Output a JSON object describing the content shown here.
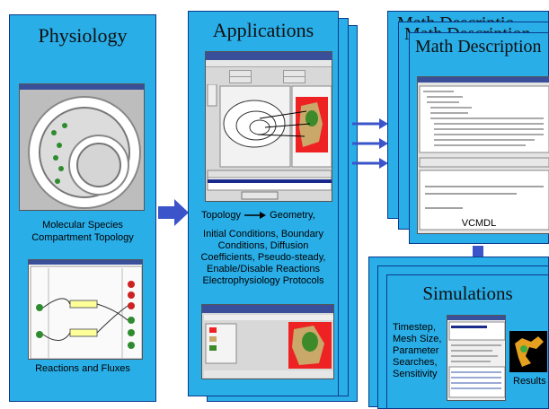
{
  "physiology": {
    "title": "Physiology",
    "caption1_line1": "Molecular Species",
    "caption1_line2": "Compartment Topology",
    "caption2": "Reactions and Fluxes"
  },
  "applications": {
    "title": "Applications",
    "geometry_text": "Geometry,",
    "topology_text": "Topology",
    "lines": [
      "Initial Conditions, Boundary",
      "Conditions, Diffusion",
      "Coefficients, Pseudo-steady,",
      "Enable/Disable Reactions",
      "Electrophysiology Protocols"
    ]
  },
  "math": {
    "title_back1": "Math Descriptio",
    "title_back2": "Math Description",
    "title": "Math Description",
    "caption": "VCMDL"
  },
  "simulations": {
    "title": "Simulations",
    "params": [
      "Timestep,",
      "Mesh Size,",
      "Parameter",
      "Searches,",
      "Sensitivity"
    ],
    "results": "Results"
  },
  "colors": {
    "panel": "#29aee8",
    "arrow": "#3b54c9"
  }
}
